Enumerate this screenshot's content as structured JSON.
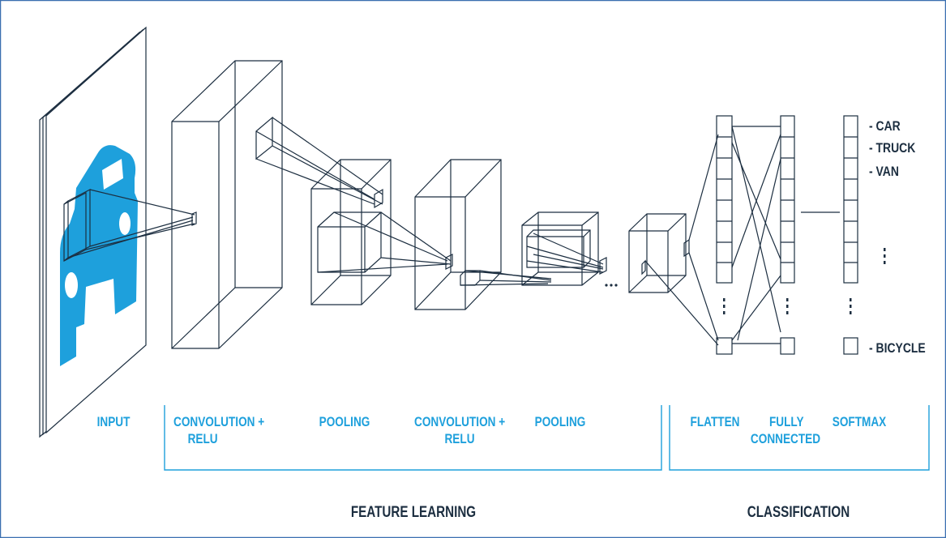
{
  "colors": {
    "border": "#3a6fb0",
    "line": "#1c2e40",
    "accent": "#1ea0dc"
  },
  "stages": {
    "input": "INPUT",
    "conv1_line1": "CONVOLUTION +",
    "conv1_line2": "RELU",
    "pool1": "POOLING",
    "conv2_line1": "CONVOLUTION +",
    "conv2_line2": "RELU",
    "pool2": "POOLING",
    "flatten": "FLATTEN",
    "fc_line1": "FULLY",
    "fc_line2": "CONNECTED",
    "softmax": "SOFTMAX"
  },
  "sections": {
    "feature_learning": "FEATURE LEARNING",
    "classification": "CLASSIFICATION"
  },
  "classes": [
    "- CAR",
    "- TRUCK",
    "- VAN",
    "- BICYCLE"
  ],
  "icons": {
    "input_image": "car-icon",
    "continuation": "ellipsis-icon"
  }
}
